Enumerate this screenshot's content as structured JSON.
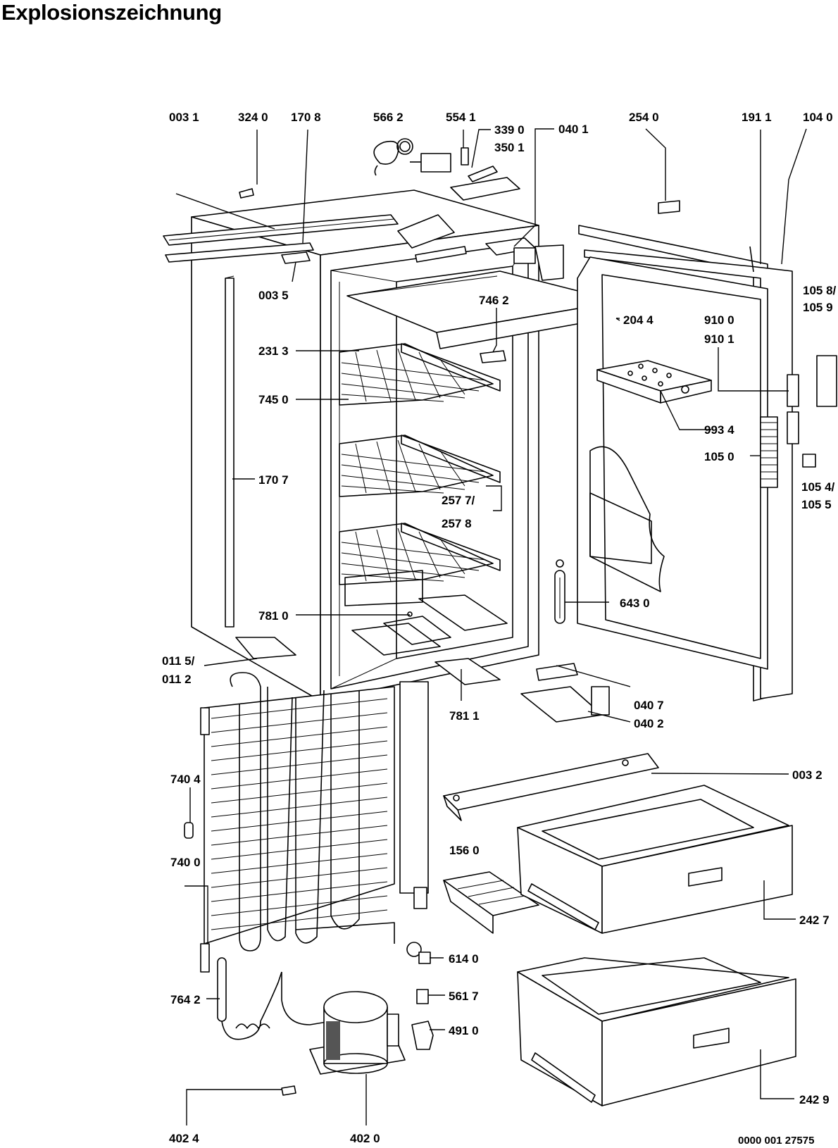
{
  "title": "Explosionszeichnung",
  "drawing_number": "0000 001 27575",
  "labels": [
    "003 1",
    "324 0",
    "170 8",
    "566 2",
    "554 1",
    "339 0",
    "350 1",
    "040 1",
    "254 0",
    "191 1",
    "104 0",
    "003 5",
    "746 2",
    "204 4",
    "105 8/",
    "105 9",
    "910 0",
    "910 1",
    "231 3",
    "745 0",
    "993 4",
    "105 0",
    "170 7",
    "105 4/",
    "105 5",
    "257 7/",
    "257 8",
    "643 0",
    "781 0",
    "011 5/",
    "011 2",
    "781 1",
    "040 7",
    "040 2",
    "003 2",
    "740 4",
    "156 0",
    "740 0",
    "242 7",
    "614 0",
    "764 2",
    "561 7",
    "491 0",
    "242 9",
    "402 4",
    "402 0"
  ]
}
